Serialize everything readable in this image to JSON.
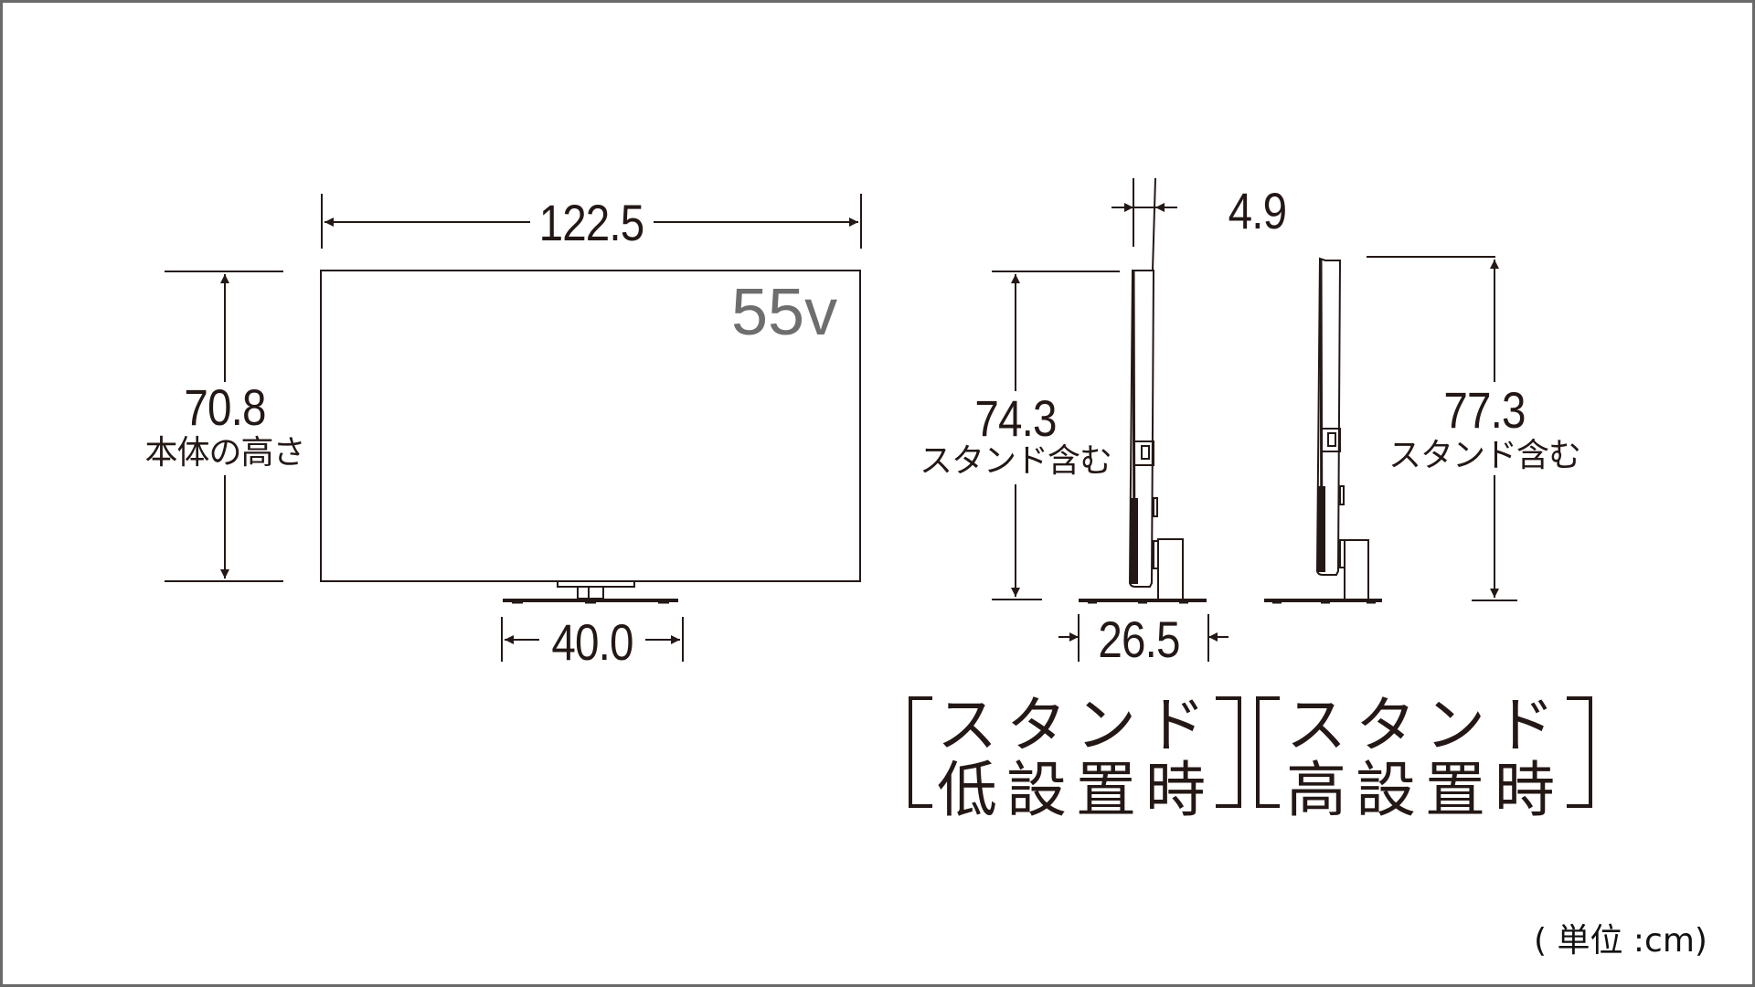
{
  "model": {
    "size_label": "55v"
  },
  "front_view": {
    "width": {
      "value": "122.5"
    },
    "height": {
      "value": "70.8",
      "caption": "本体の高さ"
    },
    "stand_width": {
      "value": "40.0"
    }
  },
  "side_view_low": {
    "depth": {
      "value": "4.9"
    },
    "height": {
      "value": "74.3",
      "caption": "スタンド含む"
    },
    "stand_depth": {
      "value": "26.5"
    },
    "label": {
      "line1": "スタンド",
      "line2": "低設置時"
    }
  },
  "side_view_high": {
    "height": {
      "value": "77.3",
      "caption": "スタンド含む"
    },
    "label": {
      "line1": "スタンド",
      "line2": "高設置時"
    }
  },
  "unit_note": "( 単位 :cm)",
  "colors": {
    "line": "#231815",
    "model_label": "#6e6e6e",
    "frame": "#6a6a6a"
  }
}
